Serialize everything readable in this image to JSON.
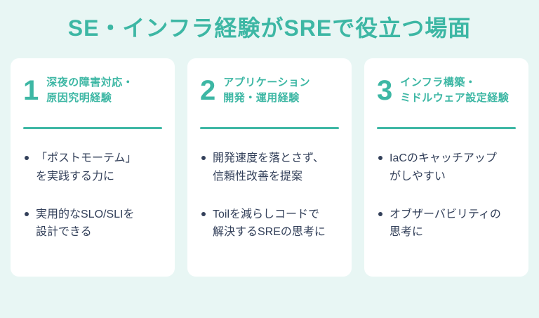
{
  "page": {
    "title": "SE・インフラ経験がSREで役立つ場面",
    "colors": {
      "background": "#E8F6F4",
      "card_background": "#FFFFFF",
      "accent_teal": "#3DB7A4",
      "body_text": "#33405A"
    }
  },
  "cards": [
    {
      "number": "1",
      "heading": "深夜の障害対応・\n原因究明経験",
      "bullets": [
        "「ポストモーテム」\nを実践する力に",
        "実用的なSLO/SLIを\n設計できる"
      ]
    },
    {
      "number": "2",
      "heading": "アプリケーション\n開発・運用経験",
      "bullets": [
        "開発速度を落とさず、\n信頼性改善を提案",
        "Toilを減らしコードで\n解決するSREの思考に"
      ]
    },
    {
      "number": "3",
      "heading": "インフラ構築・\nミドルウェア設定経験",
      "bullets": [
        "IaCのキャッチアップ\nがしやすい",
        "オブザーバビリティの\n思考に"
      ]
    }
  ]
}
